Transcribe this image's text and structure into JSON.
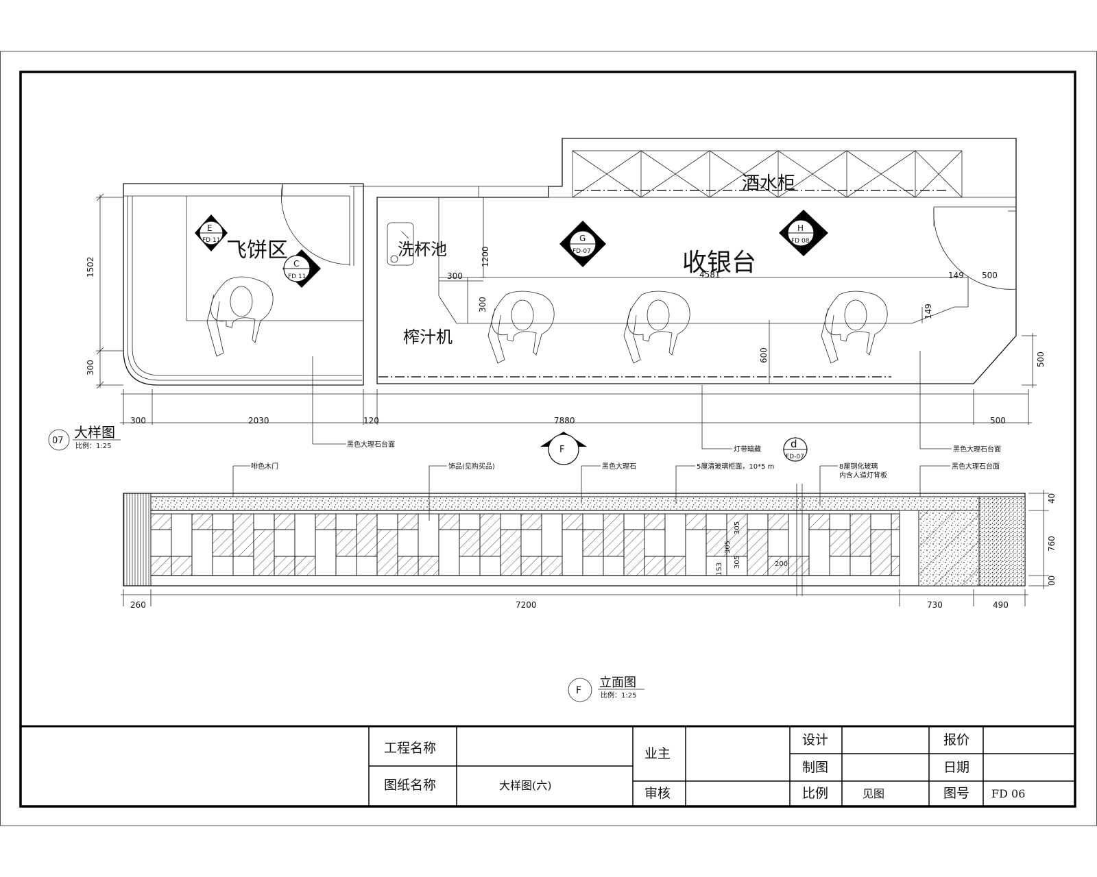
{
  "plan": {
    "zones": {
      "bing_zone": "飞饼区",
      "cup_sink": "洗杯池",
      "cashier": "收银台",
      "wine_cabinet": "酒水柜",
      "juicer": "榨汁机"
    },
    "markers": [
      {
        "id": "marker-e",
        "letter": "E",
        "ref": "FD 11"
      },
      {
        "id": "marker-c",
        "letter": "C",
        "ref": "FD 11"
      },
      {
        "id": "marker-g",
        "letter": "G",
        "ref": "FD-07"
      },
      {
        "id": "marker-h",
        "letter": "H",
        "ref": "FD 08"
      }
    ],
    "dims": {
      "left_1502": "1502",
      "left_300": "300",
      "d1200": "1200",
      "d300a": "300",
      "d300b": "300",
      "d4581": "4581",
      "d149a": "149",
      "d149b": "149",
      "d500a": "500",
      "d600": "600",
      "right_500": "500",
      "b300": "300",
      "b2030": "2030",
      "b120": "120",
      "b7880": "7880",
      "b500": "500"
    },
    "title": "大样图",
    "title_num": "07",
    "scale": "比例：1:25",
    "plan_notes": {
      "n1": "黑色大理石台面",
      "n2": "灯带暗藏",
      "n3": "黑色大理石台面"
    },
    "section_f": "F",
    "section_d_letter": "d",
    "section_d_ref": "FD-07"
  },
  "elevation": {
    "notes": {
      "e1": "啡色木门",
      "e2": "饰品(见购买品)",
      "e3": "黑色大理石",
      "e4": "5厘清玻璃柜面，10*5 m",
      "e5": "8厘钢化玻璃",
      "e5b": "内含人造灯背板",
      "e6": "黑色大理石台面"
    },
    "dims_bottom": {
      "d260": "260",
      "d7200": "7200",
      "d730": "730",
      "d490": "490"
    },
    "dims_right": {
      "d40": "40",
      "d760": "760",
      "d00": "00"
    },
    "inner_dims": {
      "i305a": "305",
      "i305b": "305",
      "i305c": "305",
      "i200": "200",
      "i153": "153"
    },
    "title": "立面图",
    "title_letter": "F",
    "scale": "比例：1:25"
  },
  "title_block": {
    "project_name_label": "工程名称",
    "project_name_value": "",
    "drawing_name_label": "图纸名称",
    "drawing_name_value": "大样图(六)",
    "owner_label": "业主",
    "review_label": "审核",
    "design_label": "设计",
    "drafting_label": "制图",
    "scale_label": "比例",
    "scale_value": "见图",
    "quote_label": "报价",
    "date_label": "日期",
    "drawing_no_label": "图号",
    "drawing_no_value": "FD 06"
  }
}
